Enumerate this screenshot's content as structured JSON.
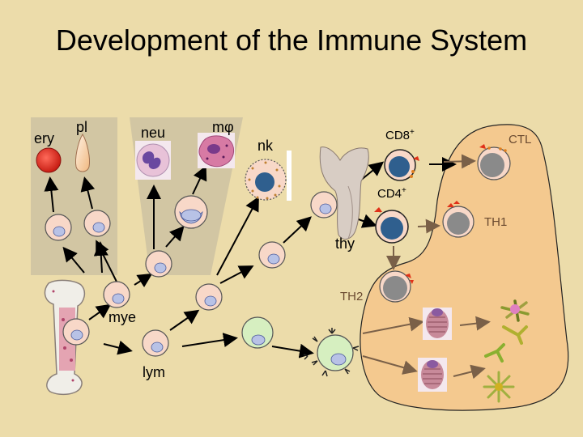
{
  "title": "Development of the Immune System",
  "labels": {
    "ery": "ery",
    "pl": "pl",
    "neu": "neu",
    "mphi": "mφ",
    "nk": "nk",
    "thy": "thy",
    "mye": "mye",
    "lym": "lym",
    "cd8": "CD8",
    "cd4": "CD4",
    "sup": "+",
    "ctl": "CTL",
    "th1": "TH1",
    "th2": "TH2"
  },
  "colors": {
    "background": "#ecdcaa",
    "tissue": "#f4c98f",
    "panel": "#c9bfa0",
    "cell": "#f8d8c8",
    "nucleus": "#b8c2e6",
    "tcell_nucleus": "#2f5f8e",
    "effector_nucleus": "#8a8a8a",
    "bcell": "#d6efc0",
    "erythrocyte": "#e0281e",
    "arrow_dark": "#000000",
    "arrow_brown": "#7a6048"
  }
}
